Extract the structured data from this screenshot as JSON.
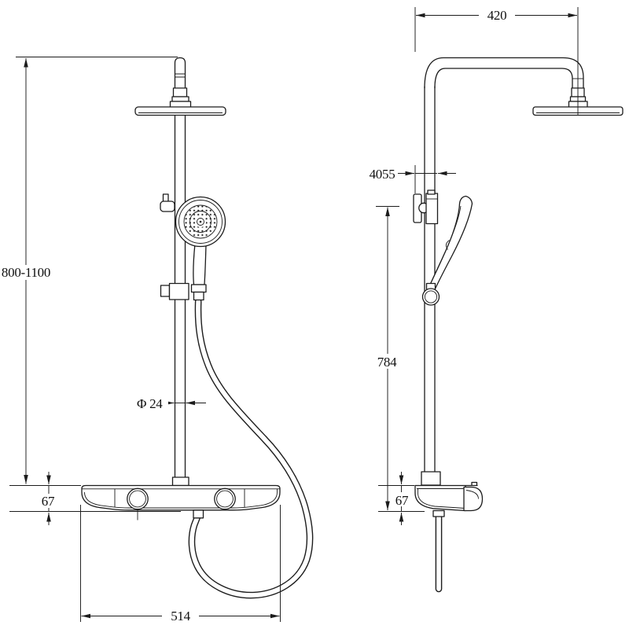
{
  "meta": {
    "background_color": "#ffffff",
    "line_color": "#1c1c1c",
    "drawing_type": "shower-system-dimensional-drawing"
  },
  "dimensions": {
    "front_height_range": "800-1100",
    "front_pipe_diameter": "Φ 24",
    "front_tray_height": "67",
    "front_tray_width": "514",
    "side_arm_reach": "420",
    "side_bracket_diameter": "4055",
    "side_bar_length": "784",
    "side_tray_height": "67"
  }
}
